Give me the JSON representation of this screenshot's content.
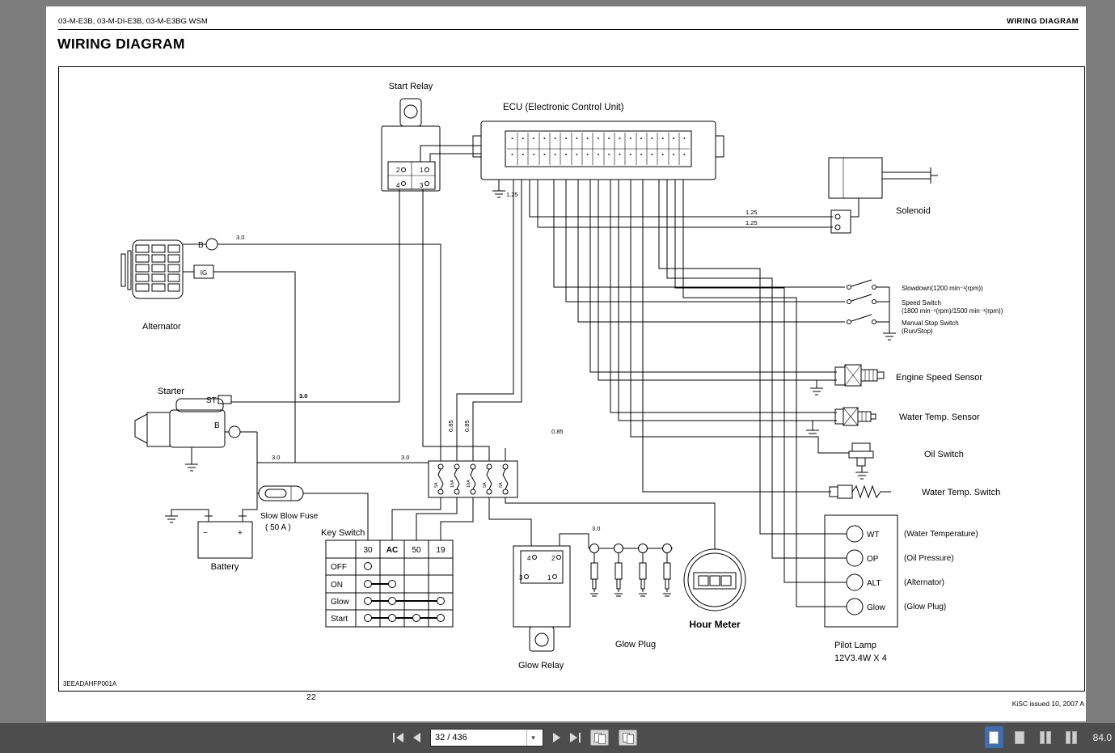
{
  "header": {
    "doc_code": "03-M-E3B, 03-M-DI-E3B, 03-M-E3BG WSM",
    "section": "WIRING  DIAGRAM"
  },
  "page": {
    "title": "WIRING  DIAGRAM",
    "figure_code": "3EEADAHFP001A",
    "page_number": "22",
    "issued": "KiSC issued 10, 2007 A"
  },
  "toolbar": {
    "page_indicator": "32 / 436",
    "zoom": "84.0"
  },
  "diagram": {
    "labels": {
      "start_relay": "Start Relay",
      "ecu": "ECU (Electronic Control Unit)",
      "solenoid": "Solenoid",
      "alternator": "Alternator",
      "starter": "Starter",
      "slow_blow_fuse1": "Slow Blow Fuse",
      "slow_blow_fuse2": "(  50 A  )",
      "battery": "Battery",
      "key_switch": "Key Switch",
      "glow_relay": "Glow Relay",
      "glow_plug": "Glow Plug",
      "hour_meter": "Hour Meter",
      "pilot_lamp1": "Pilot Lamp",
      "pilot_lamp2": "12V3.4W X 4",
      "engine_speed_sensor": "Engine Speed Sensor",
      "water_temp_sensor": "Water Temp. Sensor",
      "oil_switch": "Oil Switch",
      "water_temp_switch": "Water Temp. Switch",
      "slowdown": "Slowdown(1200 min⁻¹(rpm))",
      "speed_switch1": "Speed Switch",
      "speed_switch2": "(1800 min⁻¹(rpm)/1500 min⁻¹(rpm))",
      "manual_stop1": "Manual Stop Switch",
      "manual_stop2": "(Run/Stop)"
    },
    "wires": {
      "w30": "3.0",
      "w125": "1.25",
      "w085": "0.85"
    },
    "start_relay_terminals": [
      "2",
      "1",
      "4",
      "3"
    ],
    "glow_relay_terminals": [
      "4",
      "2",
      "3",
      "1"
    ],
    "alternator_terminals": {
      "b": "B",
      "ig": "IG"
    },
    "starter_terminals": {
      "st": "ST",
      "b": "B"
    },
    "battery_terminals": {
      "neg": "−",
      "pos": "+"
    },
    "key_switch": {
      "columns": [
        "30",
        "AC",
        "50",
        "19"
      ],
      "rows": [
        "OFF",
        "ON",
        "Glow",
        "Start"
      ]
    },
    "fuses": [
      "5A",
      "10A",
      "10A",
      "5A",
      "5A"
    ],
    "pilot_lamps": [
      {
        "abbr": "WT",
        "desc": "(Water Temperature)"
      },
      {
        "abbr": "OP",
        "desc": "(Oil Pressure)"
      },
      {
        "abbr": "ALT",
        "desc": "(Alternator)"
      },
      {
        "abbr": "Glow",
        "desc": "(Glow Plug)"
      }
    ]
  }
}
